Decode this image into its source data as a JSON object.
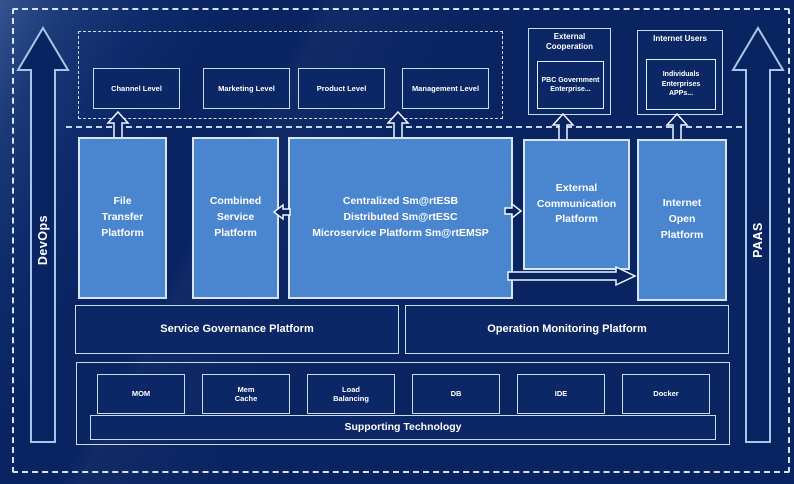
{
  "colors": {
    "background": "#0a2462",
    "platform_blue": "#4a86d0",
    "box_border_light": "#d6e6f6",
    "dark_box_fill": "#0b2766",
    "text": "#ffffff"
  },
  "rails": {
    "left_label": "DevOps",
    "right_label": "PAAS"
  },
  "levels": [
    {
      "label": "Channel Level"
    },
    {
      "label": "Marketing Level"
    },
    {
      "label": "Product Level"
    },
    {
      "label": "Management Level"
    }
  ],
  "external_cooperation": {
    "title": "External Cooperation",
    "members": "PBC Government\nEnterprise..."
  },
  "internet_users": {
    "title": "Internet Users",
    "members": "Individuals\nEnterprises\nAPPs..."
  },
  "platforms": {
    "file_transfer": "File\nTransfer\nPlatform",
    "combined_service": "Combined\nService\nPlatform",
    "central": "Centralized Sm@rtESB\nDistributed Sm@rtESC\nMicroservice Platform Sm@rtEMSP",
    "external_communication": "External\nCommunication\nPlatform",
    "internet_open": "Internet\nOpen\nPlatform"
  },
  "governance": {
    "service": "Service Governance Platform",
    "operation": "Operation Monitoring Platform"
  },
  "supporting": {
    "title": "Supporting Technology",
    "technologies": [
      {
        "label": "MOM"
      },
      {
        "label": "Mem\nCache"
      },
      {
        "label": "Load\nBalancing"
      },
      {
        "label": "DB"
      },
      {
        "label": "IDE"
      },
      {
        "label": "Docker"
      }
    ]
  }
}
